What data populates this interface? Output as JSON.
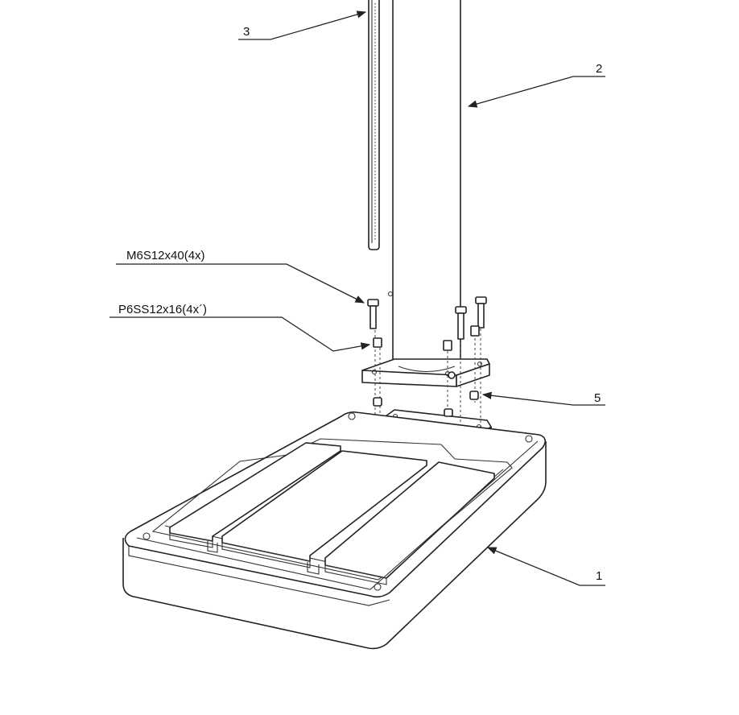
{
  "callouts": {
    "part_1": "1",
    "part_2": "2",
    "part_3": "3",
    "part_5": "5",
    "bolt_spec": "M6S12x40(4x)",
    "setscrew_spec": "P6SS12x16(4x´)"
  }
}
